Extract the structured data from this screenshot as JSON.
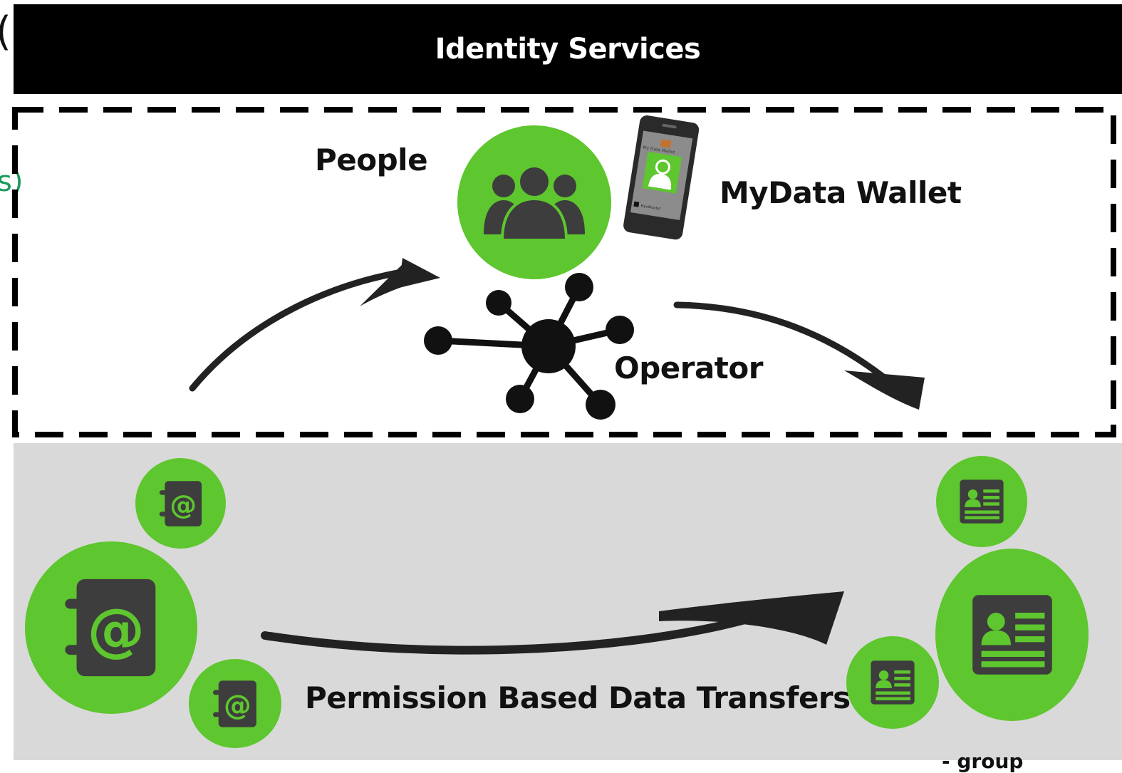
{
  "fragments": {
    "top_left": "(a",
    "left_green": "s)",
    "bottom_right": "- group"
  },
  "header": {
    "title": "Identity Services"
  },
  "labels": {
    "people": "People",
    "wallet": "MyData Wallet",
    "operator": "Operator",
    "transfers": "Permission Based Data Transfers"
  },
  "phone": {
    "screen_title": "My Data Wallet",
    "footer": "Hyväksytyt"
  },
  "colors": {
    "green": "#5ec62e",
    "dark_icon": "#3d3d3d",
    "header_bg": "#000000",
    "panel_bg": "#d9d9d9",
    "fragment_green": "#1c9a5a"
  },
  "icons": {
    "people": "people-group-icon",
    "wallet": "smartphone-icon",
    "operator": "network-hub-icon",
    "sources": "address-book-icon",
    "recipients": "id-card-icon"
  }
}
